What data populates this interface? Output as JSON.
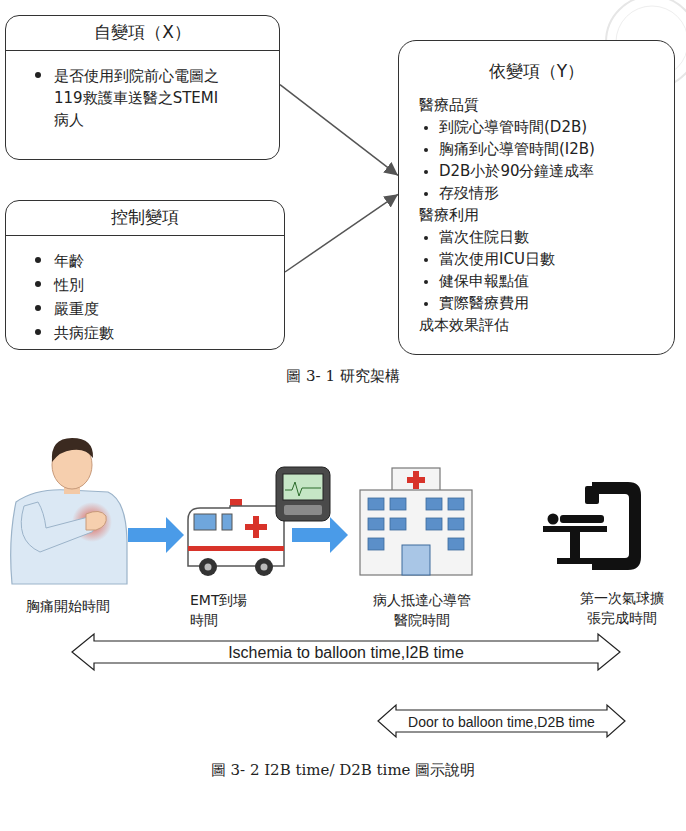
{
  "diagram": {
    "nodes": [
      {
        "text": [
          "自變項（X）",
          "是否使用到院前心電圖之119救護車送醫之STEMI病人"
        ]
      },
      {
        "text": [
          "控制變項",
          "年齡",
          "性別",
          "嚴重度",
          "共病症數"
        ]
      },
      {
        "text": [
          "依變項（Y）",
          "醫療品質",
          "到院心導管時間(D2B)",
          "胸痛到心導管時間(I2B)",
          "D2B小於90分鐘達成率",
          "存歿情形",
          "醫療利用",
          "當次住院日數",
          "當次使用ICU日數",
          "健保申報點值",
          "實際醫療費用",
          "成本效果評估"
        ]
      }
    ],
    "edges": [
      {
        "from": 0,
        "to": 2,
        "arrow": "to"
      },
      {
        "from": 1,
        "to": 2,
        "arrow": "to"
      }
    ],
    "labels": [
      "圖 3- 1 研究架構",
      "胸痛開始時間",
      "EMT到場時間",
      "病人抵達心導管醫院時間",
      "第一次氣球擴張完成時間",
      "Ischemia to balloon time,I2B time",
      "Door to balloon time,D2B time",
      "圖 3- 2 I2B time/ D2B time 圖示說明"
    ]
  }
}
